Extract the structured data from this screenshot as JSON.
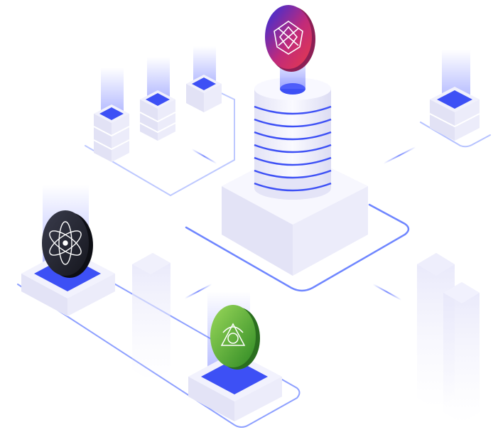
{
  "illustration": {
    "colors": {
      "background": "#ffffff",
      "block_top": "#f4f4fd",
      "block_left": "#e6e6f8",
      "block_right": "#eeeefb",
      "accent_blue": "#3d50f5",
      "glow": "#6a76ff",
      "connector_line": "#6f86ff",
      "ghost_pillar": "#ebebfa"
    },
    "coins": [
      {
        "name": "polkadot-style-coin",
        "icon": "geometric-mandala-icon",
        "gradient": [
          "#2b2fe0",
          "#c02a7a",
          "#e83a4a"
        ]
      },
      {
        "name": "cosmos-style-coin",
        "icon": "atom-icon",
        "gradient": [
          "#2a2c3a",
          "#1a1b24"
        ]
      },
      {
        "name": "green-network-coin",
        "icon": "reactor-triangle-icon",
        "gradient": [
          "#8ad14a",
          "#3a9a2a"
        ]
      }
    ]
  }
}
